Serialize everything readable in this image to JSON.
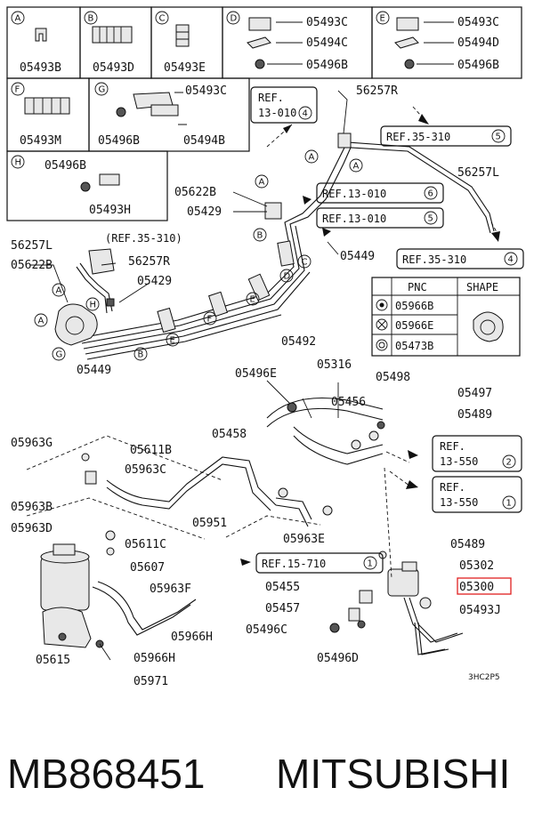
{
  "legend": [
    {
      "letter": "A",
      "part": "05493B"
    },
    {
      "letter": "B",
      "part": "05493D"
    },
    {
      "letter": "C",
      "part": "05493E"
    },
    {
      "letter": "D",
      "parts": [
        "05493C",
        "05494C",
        "05496B"
      ]
    },
    {
      "letter": "E",
      "parts": [
        "05493C",
        "05494D",
        "05496B"
      ]
    },
    {
      "letter": "F",
      "part": "05493M"
    },
    {
      "letter": "G",
      "parts": [
        "05493C",
        "05496B",
        "05494B"
      ]
    },
    {
      "letter": "H",
      "parts": [
        "05496B",
        "05493H"
      ]
    }
  ],
  "upper": {
    "ref_ul": {
      "line1": "REF.",
      "line2": "13-010",
      "num": "4"
    },
    "r_56257R_top": "56257R",
    "ref_35_310_5": {
      "text": "REF.35-310",
      "num": "5"
    },
    "r_56257L_right": "56257L",
    "ref_13_010_6": {
      "text": "REF.13-010",
      "num": "6"
    },
    "ref_13_010_5": {
      "text": "REF.13-010",
      "num": "5"
    },
    "ref_35_310_4": {
      "text": "REF.35-310",
      "num": "4"
    },
    "r_05622B_mid": "05622B",
    "r_05429_mid": "05429",
    "r_05449_mid": "05449",
    "r_56257L_left": "56257L",
    "ref_35_310_paren": "(REF.35-310)",
    "r_05622B_left": "05622B",
    "r_56257R_left": "56257R",
    "r_05429_left": "05429",
    "r_05449_left": "05449",
    "letters": [
      "A",
      "B",
      "C",
      "D",
      "E",
      "F",
      "G",
      "H"
    ]
  },
  "shape_table": {
    "headers": [
      "PNC",
      "SHAPE"
    ],
    "rows": [
      "05966B",
      "05966E",
      "05473B"
    ]
  },
  "lower": {
    "l05492": "05492",
    "l05496E": "05496E",
    "l05316": "05316",
    "l05498": "05498",
    "l05456": "05456",
    "l05497": "05497",
    "l05489a": "05489",
    "l05458": "05458",
    "ref_13_550_2": {
      "line1": "REF.",
      "line2": "13-550",
      "num": "2"
    },
    "ref_13_550_1": {
      "line1": "REF.",
      "line2": "13-550",
      "num": "1"
    },
    "l05963G": "05963G",
    "l05611B": "05611B",
    "l05963C": "05963C",
    "l05963B": "05963B",
    "l05951": "05951",
    "l05963D": "05963D",
    "l05611C": "05611C",
    "l05963E": "05963E",
    "l05489b": "05489",
    "ref_15_710_1": {
      "text": "REF.15-710",
      "num": "1"
    },
    "l05302": "05302",
    "l05607": "05607",
    "l05455": "05455",
    "l05300": "05300",
    "l05963F": "05963F",
    "l05457": "05457",
    "l05493J": "05493J",
    "l05966H_a": "05966H",
    "l05496C": "05496C",
    "l05615": "05615",
    "l05966H_b": "05966H",
    "l05496D": "05496D",
    "l05971": "05971",
    "code": "3HC2P5"
  },
  "footer": {
    "part_number": "MB868451",
    "brand": "MITSUBISHI"
  }
}
